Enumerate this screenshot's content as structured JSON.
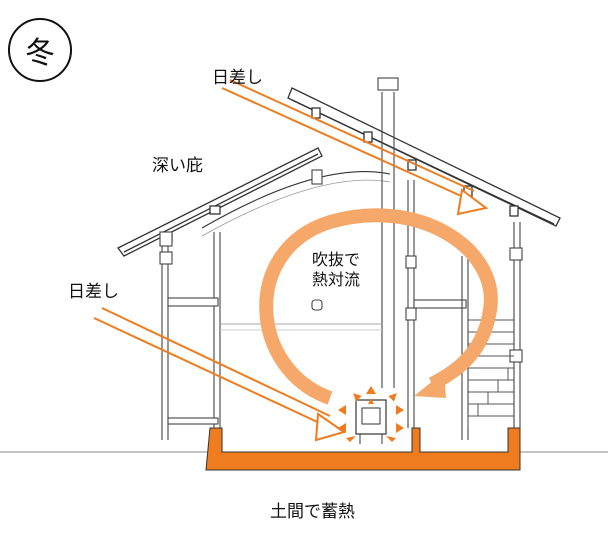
{
  "season": "冬",
  "labels": {
    "sunlight_upper": "日差し",
    "deep_eaves": "深い庇",
    "sunlight_lower": "日差し",
    "atrium_line1": "吹抜で",
    "atrium_line2": "熱対流",
    "earthen_floor": "土間で蓄熱"
  },
  "colors": {
    "accent_orange": "#EF7C1E",
    "convection_orange": "#F5A86A",
    "line": "#333333"
  }
}
